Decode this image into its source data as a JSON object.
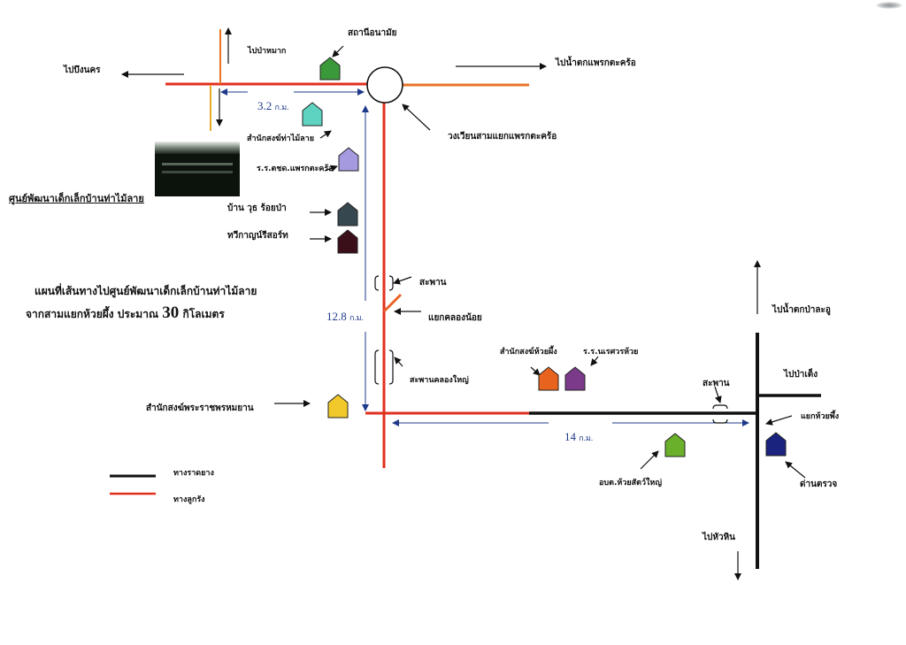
{
  "map": {
    "title_line1": "แผนที่เส้นทางไปศูนย์พัฒนาเด็กเล็กบ้านท่าไม้ลาย",
    "title_line2_prefix": "จากสามแยกห้วยผึ้ง ประมาณ ",
    "title_distance": "30",
    "title_line2_suffix": " กิโลเมตร",
    "center_name": "ศูนย์พัฒนาเด็กเล็กบ้านท่าไม้ลาย",
    "colors": {
      "paved_road": "#111111",
      "laterite_road": "#e0311f",
      "side_road_orange": "#e8742a",
      "side_road_yellow": "#e9a92a",
      "distance_arrow": "#1f3a8a"
    }
  },
  "directions": {
    "to_bueng_nakhon": "ไปบึงนคร",
    "to_pa_mak": "ไปป่าหมาก",
    "to_phraek_waterfall": "ไปน้ำตกแพรกตะคร้อ",
    "to_pa_la_u_waterfall": "ไปน้ำตกป่าละอู",
    "to_pa_tueng": "ไปป่าเต็ง",
    "to_hua_hin": "ไปหัวหิน"
  },
  "landmarks": {
    "health_station": {
      "label": "สถานีอนามัย",
      "color": "#3a9a3a"
    },
    "tha_mai_lai_monastery": {
      "label": "สำนักสงฆ์ท่าไม้ลาย",
      "color": "#5fd3c1"
    },
    "phraek_school": {
      "label": "ร.ร.ตชด.แพรกตะคร้อ",
      "color": "#a59ae0"
    },
    "ban_wut_roiyapa": {
      "label": "บ้าน วุธ ร้อยป่า",
      "color": "#37474f"
    },
    "thawika_resort": {
      "label": "ทวีกาญน์รีสอร์ท",
      "color": "#3a0f1a"
    },
    "phra_ratchaphrom_monastery": {
      "label": "สำนักสงฆ์พระราชพรหมยาน",
      "color": "#f2c92a"
    },
    "huai_phueng_monastery": {
      "label": "สำนักสงฆ์ห้วยผึ้ง",
      "color": "#e8641e"
    },
    "naresuan_school": {
      "label": "ร.ร.นเรศวรห้วย",
      "color": "#7b3a8a"
    },
    "sao_huai_sat_yai": {
      "label": "อบต.ห้วยสัตว์ใหญ่",
      "color": "#6ab02a"
    },
    "checkpoint": {
      "label": "ด่านตรวจ",
      "color": "#1a237e"
    }
  },
  "junctions": {
    "roundabout": "วงเวียนสามแยกแพรกตะคร้อ",
    "khlong_noi_junction": "แยกคลองน้อย",
    "huai_phueng_junction": "แยกห้วยพึ้ง"
  },
  "bridges": {
    "bridge_north": "สะพาน",
    "bridge_khlong_yai": "สะพานคลองใหญ่",
    "bridge_east": "สะพาน"
  },
  "distances": [
    {
      "value": "3.2",
      "unit": "ก.ม."
    },
    {
      "value": "12.8",
      "unit": "ก.ม."
    },
    {
      "value": "14",
      "unit": "ก.ม."
    }
  ],
  "legend": [
    {
      "label": "ทางราดยาง",
      "type": "paved"
    },
    {
      "label": "ทางลูกรัง",
      "type": "laterite"
    }
  ]
}
